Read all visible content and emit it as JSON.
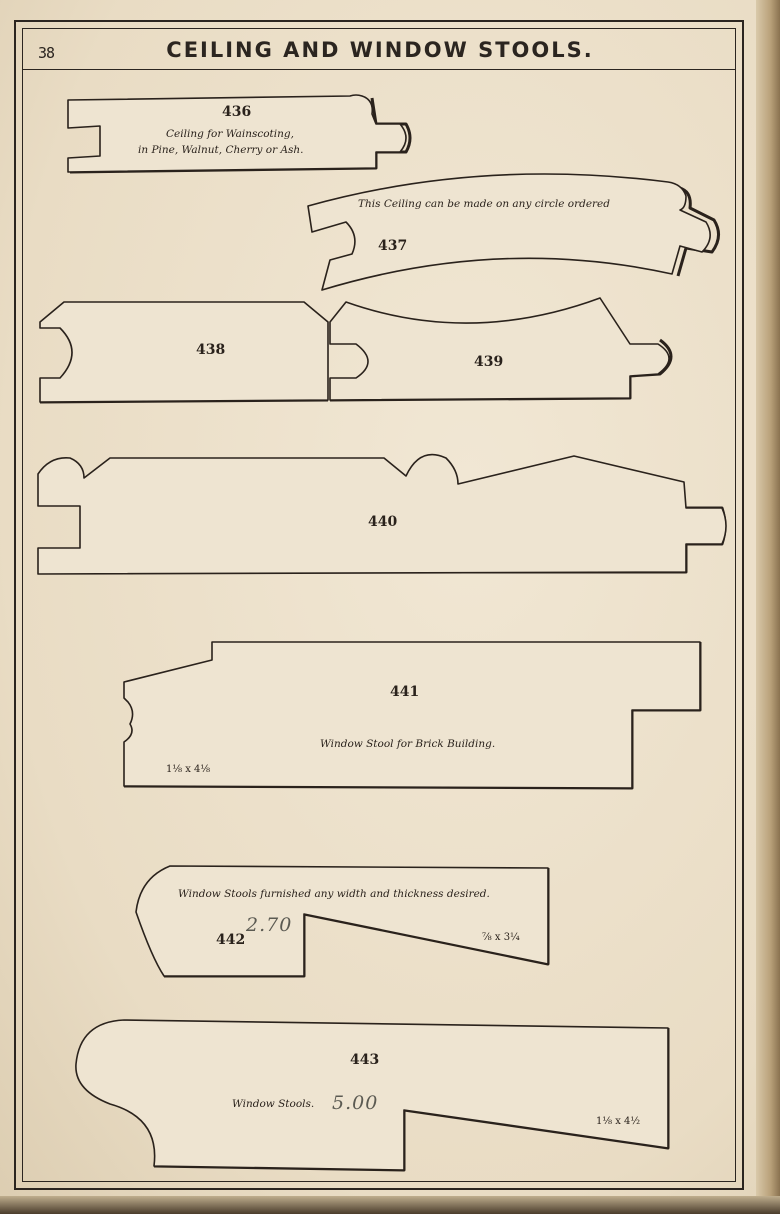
{
  "page": {
    "number": "38",
    "title": "CEILING AND WINDOW STOOLS."
  },
  "items": [
    {
      "number": "436",
      "caption_line1": "Ceiling for Wainscoting,",
      "caption_line2": "in Pine, Walnut, Cherry or Ash."
    },
    {
      "number": "437",
      "caption": "This Ceiling can be made on any circle ordered"
    },
    {
      "number": "438"
    },
    {
      "number": "439"
    },
    {
      "number": "440"
    },
    {
      "number": "441",
      "caption": "Window Stool for Brick Building.",
      "dimensions": "1⅛ x 4⅛"
    },
    {
      "number": "442",
      "caption": "Window Stools furnished any width and thickness desired.",
      "dimensions": "⅞ x 3¼",
      "handwritten_price": "2.70"
    },
    {
      "number": "443",
      "caption": "Window Stools.",
      "dimensions": "1⅛ x 4½",
      "handwritten_price": "5.00"
    }
  ]
}
